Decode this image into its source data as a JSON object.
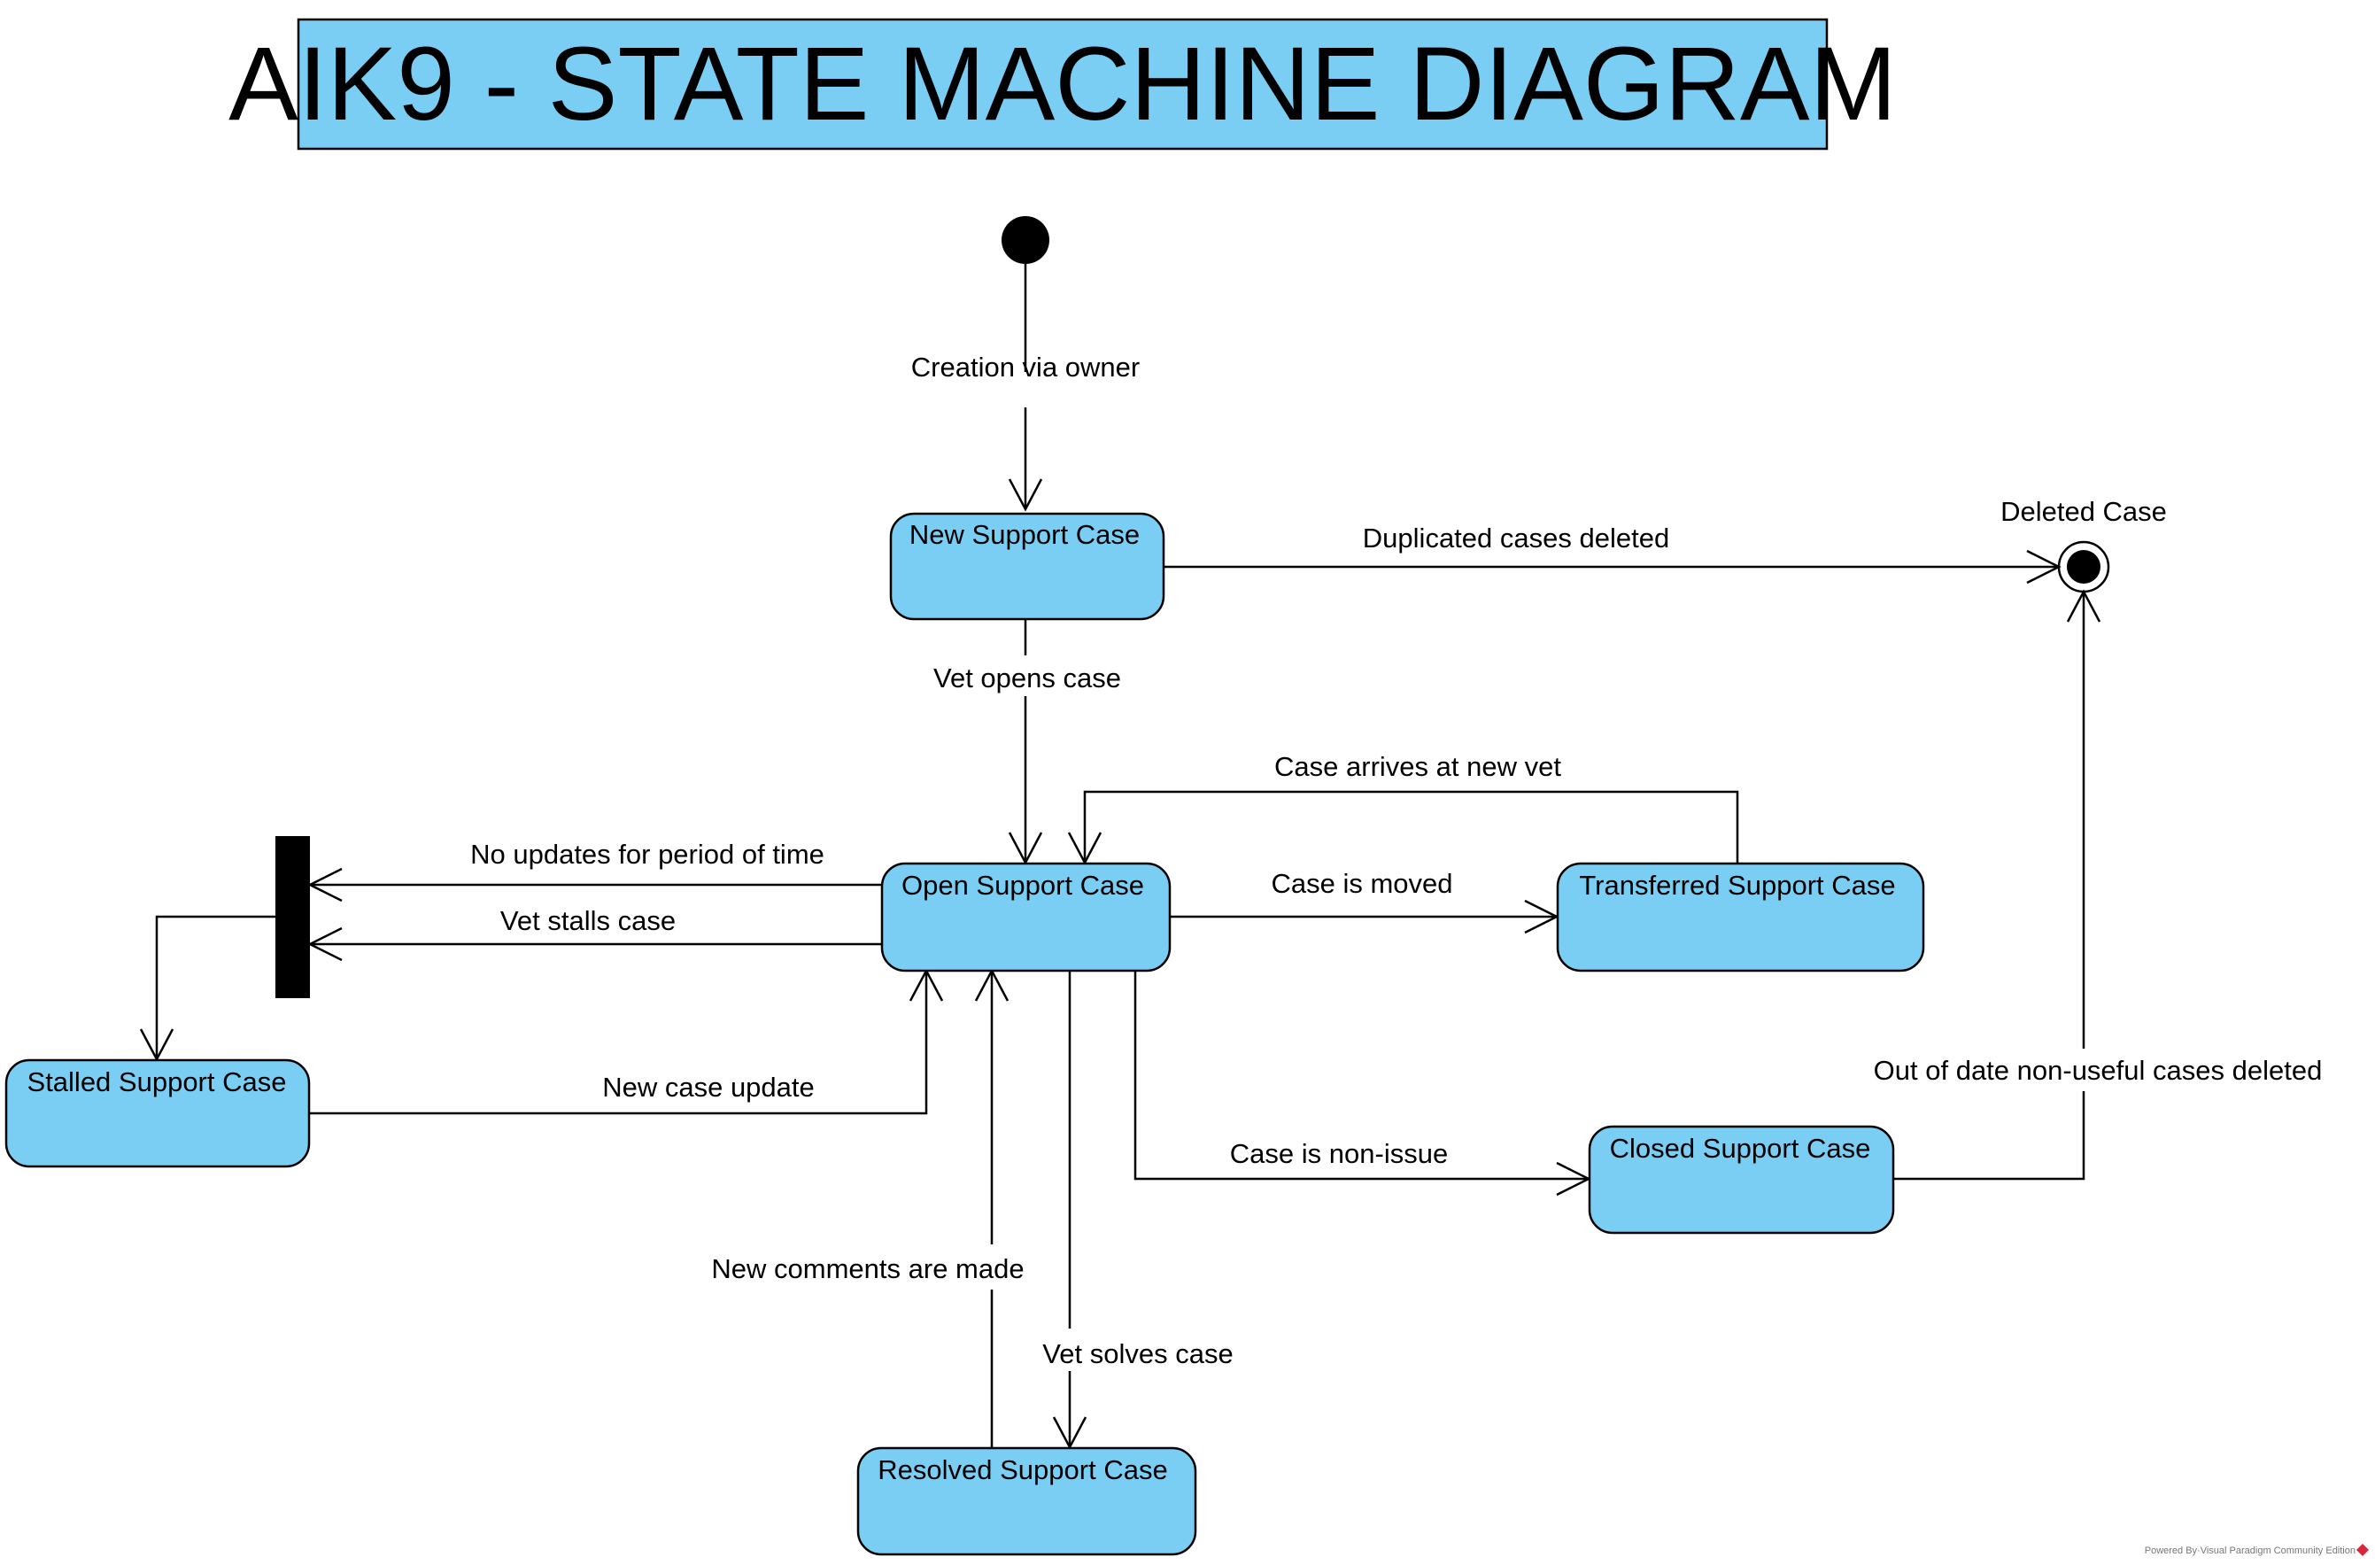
{
  "title": "AIK9 - STATE MACHINE DIAGRAM",
  "states": {
    "new": "New Support Case",
    "open": "Open Support Case",
    "transferred": "Transferred Support Case",
    "stalled": "Stalled Support Case",
    "closed": "Closed Support Case",
    "resolved": "Resolved Support Case",
    "deleted": "Deleted Case"
  },
  "transitions": {
    "creation": "Creation via owner",
    "duplicated": "Duplicated cases deleted",
    "vet_opens": "Vet opens case",
    "arrives_new_vet": "Case arrives at new vet",
    "case_moved": "Case is moved",
    "no_updates": "No updates for period of time",
    "vet_stalls": "Vet stalls case",
    "new_case_update": "New case update",
    "non_issue": "Case is non-issue",
    "out_of_date": "Out of date non-useful cases deleted",
    "new_comments": "New comments are made",
    "vet_solves": "Vet solves case"
  },
  "watermark": "Powered By·Visual Paradigm Community Edition",
  "colors": {
    "state_fill": "#7acef4",
    "title_fill": "#7acef4",
    "stroke": "#000000"
  }
}
